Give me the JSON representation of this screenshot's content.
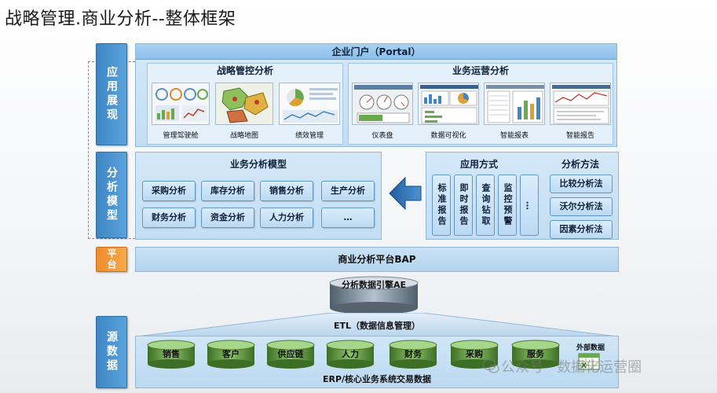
{
  "title": "战略管理.商业分析--整体框架",
  "categories": {
    "presentation": "应用展现",
    "analysis_model": "分析模型",
    "platform": "平台",
    "data_source": "源数据"
  },
  "portal": {
    "title": "企业门户（Portal）",
    "strategic": {
      "title": "战略管控分析",
      "items": [
        "管理驾驶舱",
        "战略地图",
        "绩效管理"
      ]
    },
    "operations": {
      "title": "业务运营分析",
      "items": [
        "仪表盘",
        "数据可视化",
        "智能报表",
        "智能报告"
      ]
    }
  },
  "business_model": {
    "title": "业务分析模型",
    "items": [
      "采购分析",
      "库存分析",
      "销售分析",
      "生产分析",
      "财务分析",
      "资金分析",
      "人力分析",
      "…"
    ]
  },
  "application_methods": {
    "title": "应用方式",
    "items": [
      "标准报告",
      "即时报告",
      "查询钻取",
      "监控预警",
      "…"
    ]
  },
  "analysis_methods": {
    "title": "分析方法",
    "items": [
      "比较分析法",
      "沃尔分析法",
      "因素分析法"
    ]
  },
  "platform_label": "商业分析平台BAP",
  "engine_label": "分析数据引擎AE",
  "etl_label": "ETL（数据信息管理）",
  "sources": [
    "销售",
    "客户",
    "供应链",
    "人力",
    "财务",
    "采购",
    "服务"
  ],
  "external_data": "外部数据",
  "erp_label": "ERP/核心业务系统交易数据",
  "watermark": "公众号 · 数据化运营圈",
  "colors": {
    "blue_label": "#4a95d0",
    "orange_label": "#f29a3a",
    "drum_green": "#5f9a3e",
    "engine_gray": "#7c8a96"
  }
}
